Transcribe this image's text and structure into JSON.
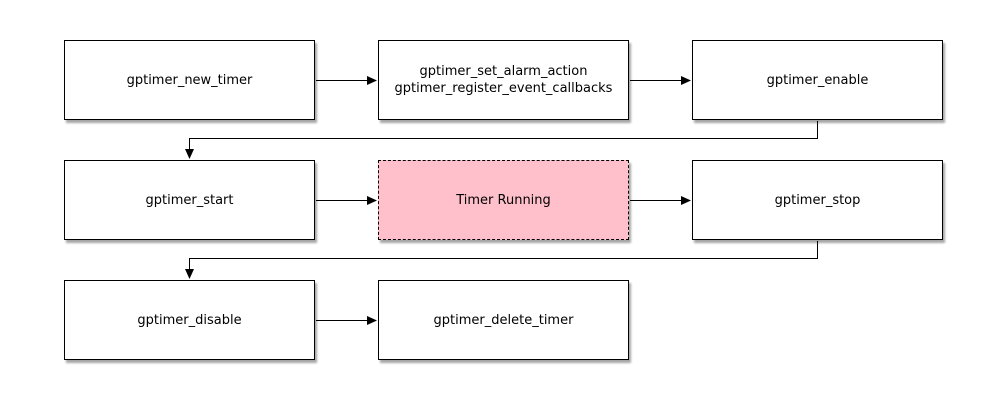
{
  "diagram": {
    "nodes": {
      "new_timer": {
        "label": "gptimer_new_timer"
      },
      "set_alarm": {
        "lines": [
          "gptimer_set_alarm_action",
          "gptimer_register_event_callbacks"
        ]
      },
      "enable": {
        "label": "gptimer_enable"
      },
      "start": {
        "label": "gptimer_start"
      },
      "timer_running": {
        "label": "Timer Running"
      },
      "stop": {
        "label": "gptimer_stop"
      },
      "disable": {
        "label": "gptimer_disable"
      },
      "delete_timer": {
        "label": "gptimer_delete_timer"
      }
    },
    "edges": [
      {
        "from": "new_timer",
        "to": "set_alarm"
      },
      {
        "from": "set_alarm",
        "to": "enable"
      },
      {
        "from": "enable",
        "to": "start"
      },
      {
        "from": "start",
        "to": "timer_running"
      },
      {
        "from": "timer_running",
        "to": "stop"
      },
      {
        "from": "stop",
        "to": "disable"
      },
      {
        "from": "disable",
        "to": "delete_timer"
      }
    ],
    "colors": {
      "background": "#ffffff",
      "node_fill": "#ffffff",
      "node_border": "#000000",
      "highlight_fill": "#ffc0cb",
      "connector": "#000000",
      "text": "#000000"
    }
  }
}
